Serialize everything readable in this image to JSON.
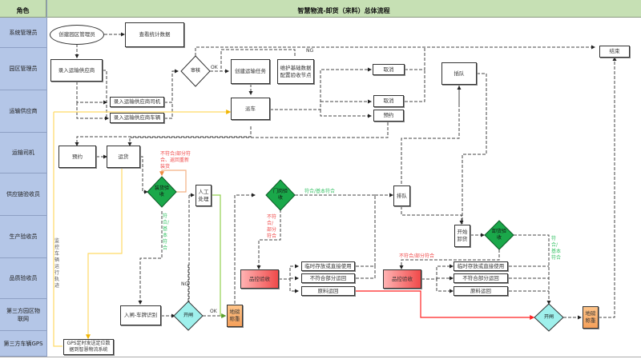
{
  "header": {
    "role_label": "角色",
    "title": "智慧物流-卸货（来料）总体流程"
  },
  "lanes": [
    "系统管理员",
    "园区管理员",
    "运输供应商",
    "运输司机",
    "供应链验收员",
    "生产验收员",
    "品质验收员",
    "第三方园区物联网",
    "第三方车辆GPS"
  ],
  "nodes": {
    "create_park_admin": "创建园区管理员",
    "view_stats": "查看统计数据",
    "enter_supplier": "录入运输供应商",
    "review": "审核",
    "create_task": "创建运输任务",
    "maintain_data": "维护基础数据配置验收节点",
    "cancel_top": "取消",
    "end": "结束",
    "queue_jump": "插队",
    "enter_driver": "录入运输供应商司机",
    "enter_vehicle": "录入运输供应商车辆",
    "dispatch": "派车",
    "cancel_mid": "取消",
    "reserve_supplier": "预约",
    "reserve_driver": "预约",
    "transport": "运货",
    "loading_check": "装货验收",
    "manual_handle": "人工处理",
    "gate_check": "门岗验收",
    "queue": "排队",
    "start_unload": "开始卸货",
    "unload_check": "卸货验收",
    "qc_check_left": "品控验收",
    "temp_store_left": "临时存放或直接使用",
    "partial_return_left": "不符合部分运回",
    "raw_return_left": "原料运回",
    "qc_check_right": "品控验收",
    "temp_store_right": "临时存放或直接使用",
    "partial_return_right": "不符合部分运回",
    "raw_return_right": "原料运回",
    "gate_in_plate": "入闸-车牌识别",
    "open_gate_left": "开闸",
    "weigh_left": "地磅称重",
    "open_gate_right": "开闸",
    "weigh_right": "地磅称重",
    "gps_send": "GPS定时发送定位数据到智慧物流系统"
  },
  "edge_labels": {
    "ok_review": "OK",
    "ng_review": "NG",
    "loading_fail": "不符合/部分符合、返回重新装货",
    "loading_pass": "符合/基本符合",
    "gate_pass": "符合/基本符合",
    "gate_fail": "不符合/部分符合",
    "unload_fail": "不符合/部分符合",
    "unload_pass": "符合/基本符合",
    "ng_gate": "NG",
    "ok_gate": "OK",
    "monitor_track": "监控车辆运行轨迹"
  },
  "colors": {
    "header_bg": "#c6e0b4",
    "lane_bg": "#b4c6e7",
    "green_diamond": "#1aa84a",
    "cyan_diamond": "#9ff0ec",
    "pass_text": "#3cc46a",
    "fail_text": "#f04a4a",
    "gps_line": "#ffd966",
    "red_line": "#ff2222",
    "orange_line": "#f4b183",
    "green_line": "#92d050"
  }
}
